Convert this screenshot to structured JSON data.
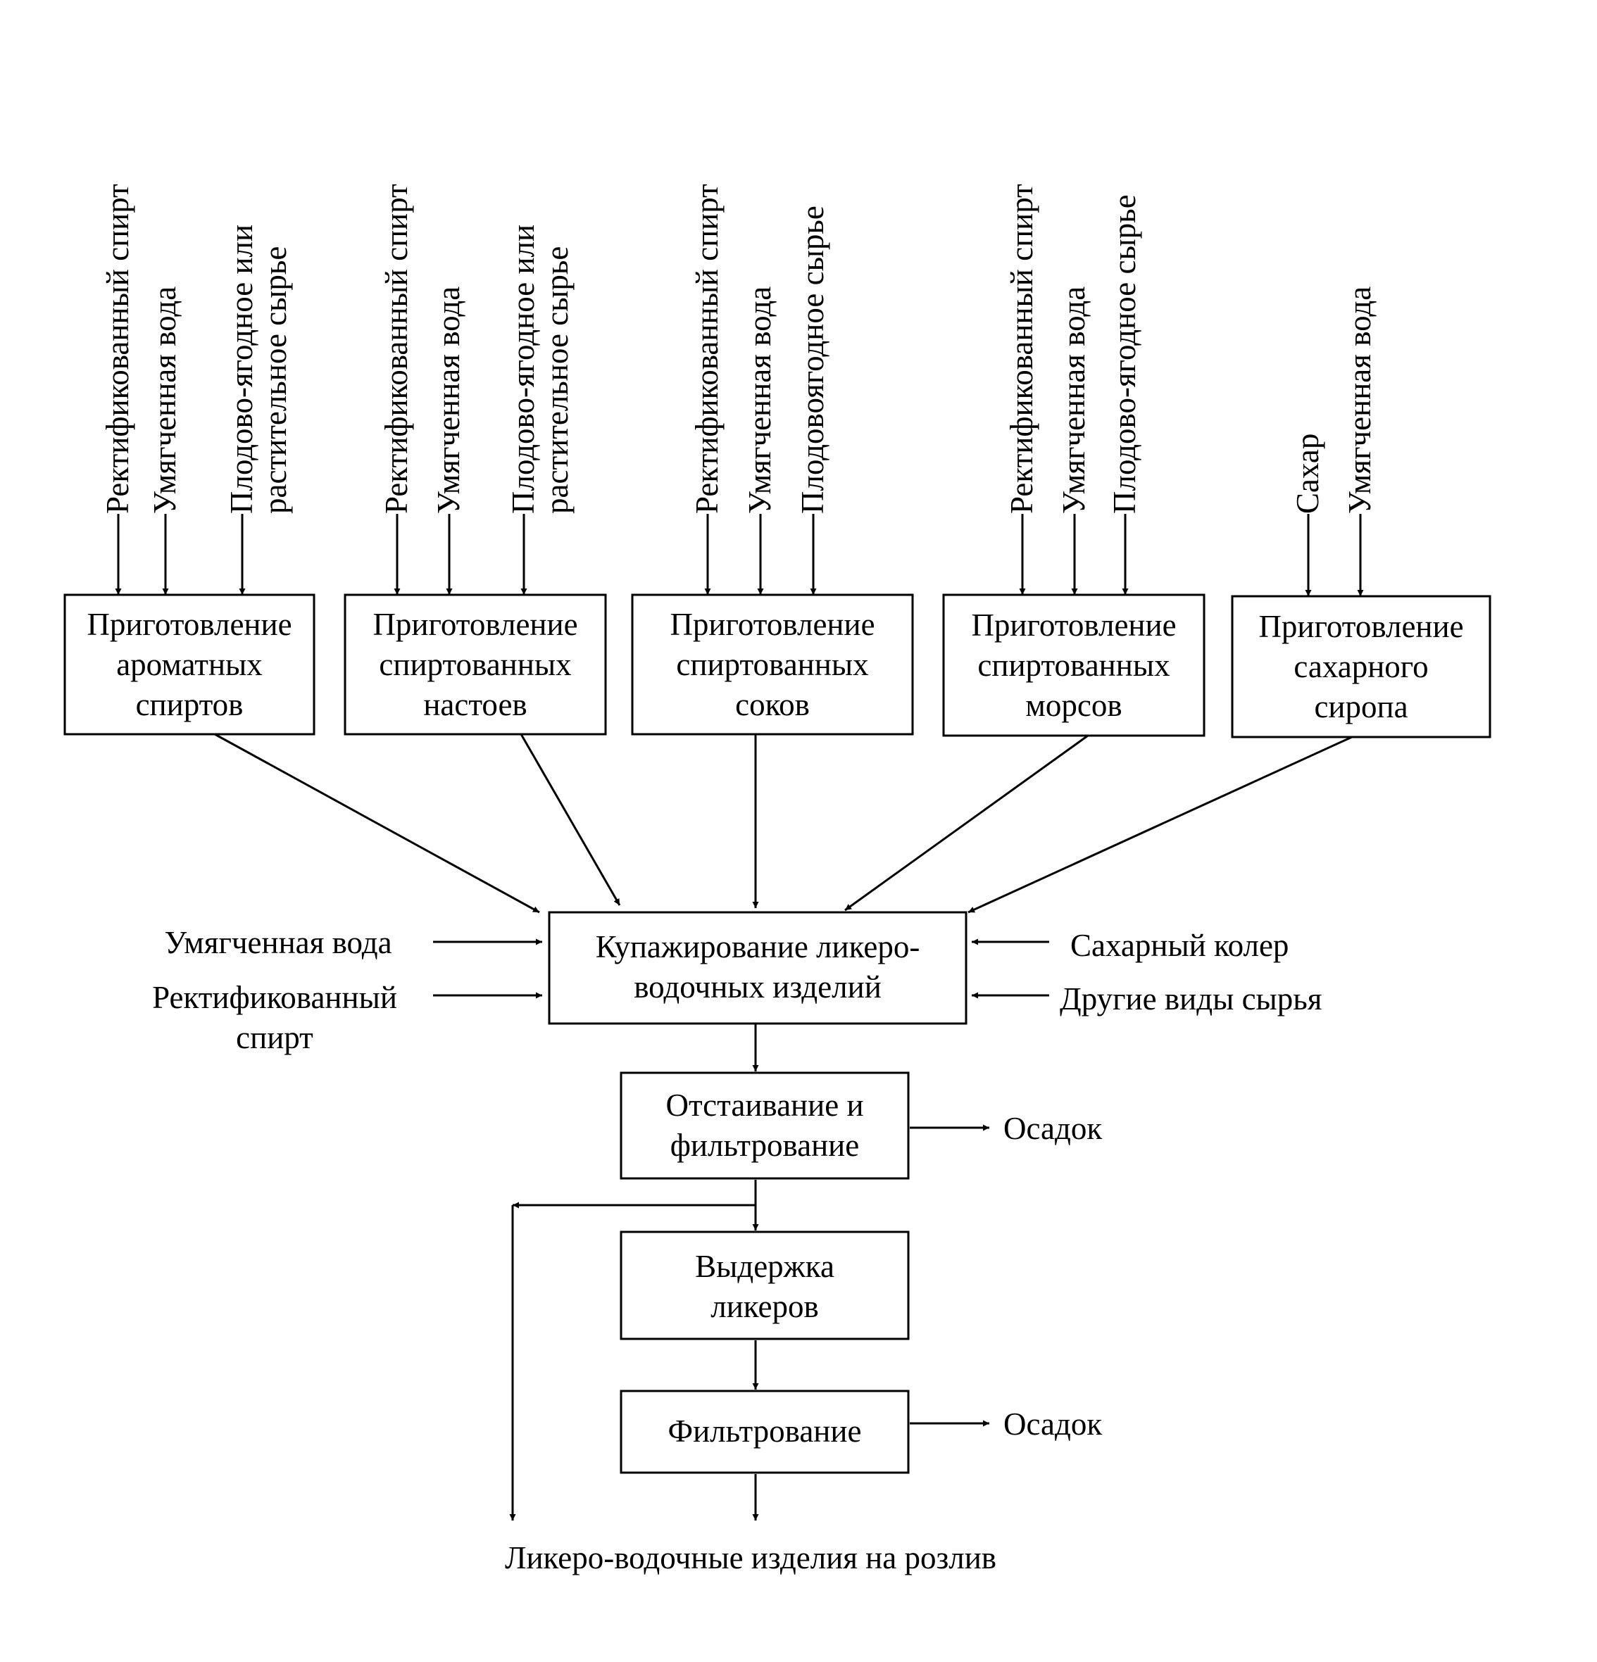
{
  "stage1": [
    {
      "lines": [
        "Приготовление",
        "ароматных",
        "спиртов"
      ],
      "inputs": [
        [
          "Ректификованный спирт"
        ],
        [
          "Умягченная вода"
        ],
        [
          "Плодово-ягодное или",
          "растительное сырье"
        ]
      ]
    },
    {
      "lines": [
        "Приготовление",
        "спиртованных",
        "настоев"
      ],
      "inputs": [
        [
          "Ректификованный спирт"
        ],
        [
          "Умягченная вода"
        ],
        [
          "Плодово-ягодное или",
          "растительное сырье"
        ]
      ]
    },
    {
      "lines": [
        "Приготовление",
        "спиртованных",
        "соков"
      ],
      "inputs": [
        [
          "Ректификованный спирт"
        ],
        [
          "Умягченная вода"
        ],
        [
          "Плодовоягодное сырье"
        ]
      ]
    },
    {
      "lines": [
        "Приготовление",
        "спиртованных",
        "морсов"
      ],
      "inputs": [
        [
          "Ректификованный спирт"
        ],
        [
          "Умягченная вода"
        ],
        [
          "Плодово-ягодное сырье"
        ]
      ]
    },
    {
      "lines": [
        "Приготовление",
        "сахарного",
        "сиропа"
      ],
      "inputs": [
        [
          "Сахар"
        ],
        [
          "Умягченная вода"
        ]
      ]
    }
  ],
  "blending": {
    "lines": [
      "Купажирование ликеро-",
      "водочных изделий"
    ],
    "left_inputs": [
      [
        "Умягченная вода"
      ],
      [
        "Ректификованный",
        "спирт"
      ]
    ],
    "right_inputs": [
      [
        "Сахарный колер"
      ],
      [
        "Другие виды сырья"
      ]
    ]
  },
  "settling": {
    "lines": [
      "Отстаивание и",
      "фильтрование"
    ],
    "output": "Осадок"
  },
  "aging": {
    "lines": [
      "Выдержка",
      "ликеров"
    ]
  },
  "filtration": {
    "lines": [
      "Фильтрование"
    ],
    "output": "Осадок"
  },
  "final_output": "Ликеро-водочные изделия на розлив"
}
